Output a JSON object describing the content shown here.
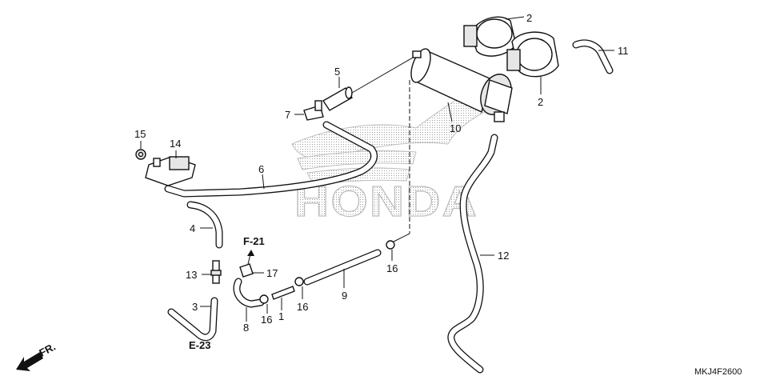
{
  "diagram": {
    "watermark_text": "HONDA",
    "drawing_code": "MKJ4F2600",
    "front_marker": "FR.",
    "refs": {
      "f21": "F-21",
      "e23": "E-23"
    },
    "callouts": {
      "c1": "1",
      "c2a": "2",
      "c2b": "2",
      "c3": "3",
      "c4": "4",
      "c5": "5",
      "c6": "6",
      "c7": "7",
      "c8": "8",
      "c9": "9",
      "c10": "10",
      "c11": "11",
      "c12": "12",
      "c13": "13",
      "c14": "14",
      "c15": "15",
      "c16a": "16",
      "c16b": "16",
      "c16c": "16",
      "c17": "17"
    }
  }
}
